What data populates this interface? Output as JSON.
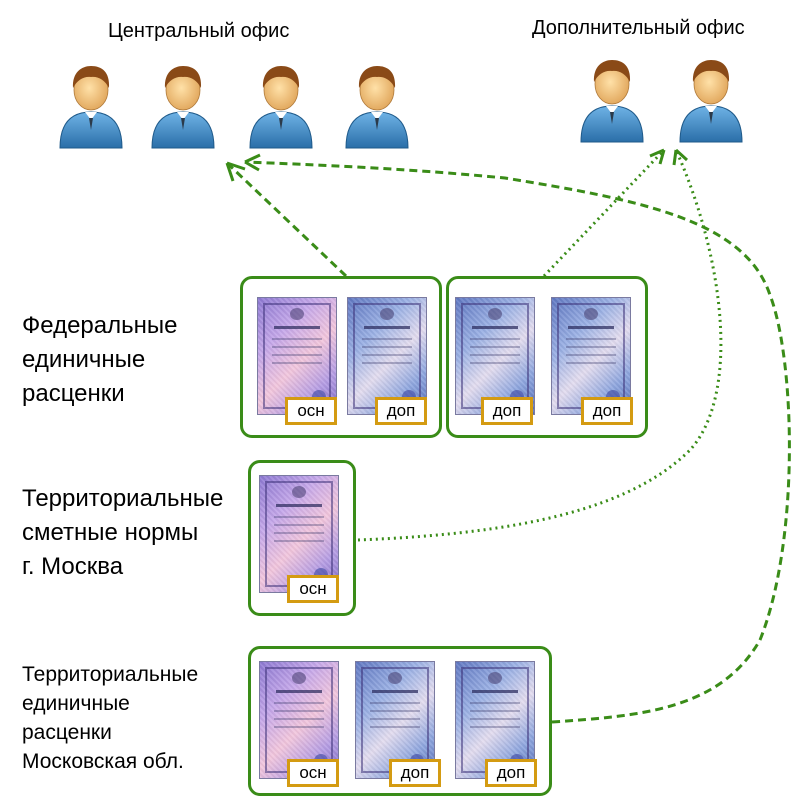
{
  "offices": {
    "central_title": "Центральный офис",
    "extra_title": "Дополнительный офис"
  },
  "rows": {
    "federal": {
      "lines": [
        "Федеральные",
        "единичные",
        "расценки"
      ]
    },
    "territorial_norms": {
      "lines": [
        "Территориальные",
        "сметные нормы",
        "г. Москва"
      ]
    },
    "territorial_rates": {
      "lines": [
        "Территориальные",
        "единичные",
        "расценки",
        "Московская обл."
      ]
    }
  },
  "tags": {
    "main": "осн",
    "extra": "доп"
  },
  "icons": {
    "person": "user-icon",
    "certificate": "certificate-icon"
  },
  "colors": {
    "arrow_green": "#3a8c18",
    "box_border": "#3a8c18",
    "tag_border": "#d49b12"
  }
}
